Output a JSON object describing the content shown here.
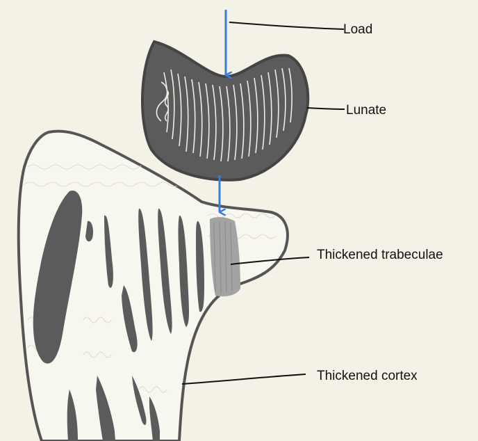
{
  "diagram": {
    "labels": {
      "load": "Load",
      "lunate": "Lunate",
      "trabeculae": "Thickened trabeculae",
      "cortex": "Thickened cortex"
    },
    "colors": {
      "background": "#f4f2e7",
      "bone_fill": "#f7f6ef",
      "outline": "#555555",
      "dark_trabeculae": "#5b5b5b",
      "thickened_trabeculae": "#a3a3a3",
      "arrow": "#3a7be0",
      "leader_line": "#111111"
    }
  }
}
